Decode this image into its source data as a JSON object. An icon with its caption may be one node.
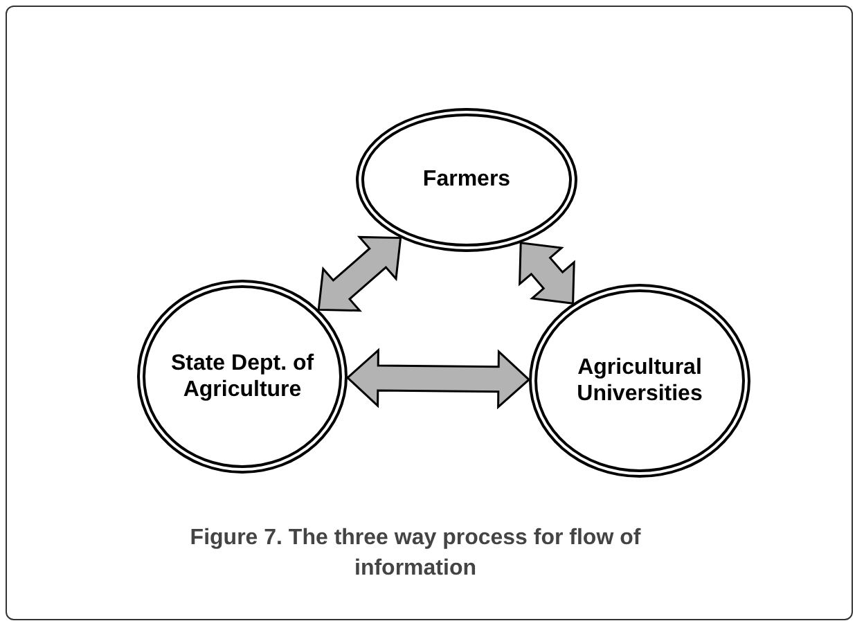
{
  "diagram": {
    "caption": "Figure 7. The three way process for flow of information",
    "nodes": [
      {
        "text": [
          "Farmers"
        ]
      },
      {
        "text": [
          "State Dept. of Agriculture"
        ]
      },
      {
        "text": [
          "Agricultural Universities"
        ]
      }
    ],
    "edges": [
      {
        "from": 1,
        "to": 0,
        "arrow": "both"
      },
      {
        "from": 0,
        "to": 2,
        "arrow": "both"
      },
      {
        "from": 1,
        "to": 2,
        "arrow": "both"
      }
    ]
  }
}
